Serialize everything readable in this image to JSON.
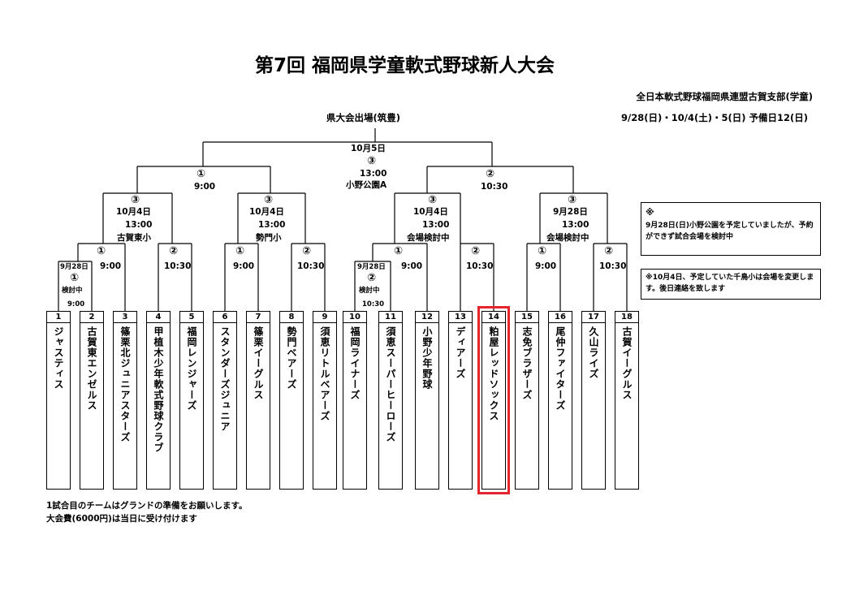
{
  "title": "第7回 福岡県学童軟式野球新人大会",
  "organizer": "全日本軟式野球福岡県連盟古賀支部(学童)",
  "dates": "9/28(日)・10/4(土)・5(日)  予備日12(日)",
  "qualify": "県大会出場(筑豊)",
  "final": {
    "date": "10月5日",
    "circle": "③",
    "time": "13:00",
    "venue": "小野公園A"
  },
  "semis": [
    {
      "circle": "①",
      "time": "9:00"
    },
    {
      "circle": "②",
      "time": "10:30"
    }
  ],
  "quarters": [
    {
      "circle": "③",
      "date": "10月4日",
      "time": "13:00",
      "venue": "古賀東小"
    },
    {
      "circle": "③",
      "date": "10月4日",
      "time": "13:00",
      "venue": "勢門小"
    },
    {
      "circle": "③",
      "date": "10月4日",
      "time": "13:00",
      "venue": "会場検討中"
    },
    {
      "circle": "③",
      "date": "9月28日",
      "time": "13:00",
      "venue": "会場検討中"
    }
  ],
  "round2": [
    {
      "circle": "①",
      "time": "9:00"
    },
    {
      "circle": "②",
      "time": "10:30"
    },
    {
      "circle": "①",
      "time": "9:00"
    },
    {
      "circle": "②",
      "time": "10:30"
    },
    {
      "circle": "①",
      "time": "9:00"
    },
    {
      "circle": "②",
      "time": "10:30"
    },
    {
      "circle": "①",
      "time": "9:00"
    },
    {
      "circle": "②",
      "time": "10:30"
    }
  ],
  "round1": [
    {
      "date": "9月28日",
      "circle": "①",
      "venue": "検討中",
      "time": "9:00"
    },
    {
      "date": "9月28日",
      "circle": "②",
      "venue": "検討中",
      "time": "10:30"
    }
  ],
  "teams": [
    {
      "num": "1",
      "name": "ジャスティス"
    },
    {
      "num": "2",
      "name": "古賀東エンゼルス"
    },
    {
      "num": "3",
      "name": "篠栗北ジュニアスターズ"
    },
    {
      "num": "4",
      "name": "甲植木少年軟式野球クラブ"
    },
    {
      "num": "5",
      "name": "福岡レンジャーズ"
    },
    {
      "num": "6",
      "name": "スタンダーズジュニア"
    },
    {
      "num": "7",
      "name": "篠栗イーグルス"
    },
    {
      "num": "8",
      "name": "勢門ベアーズ"
    },
    {
      "num": "9",
      "name": "須恵リトルベアーズ"
    },
    {
      "num": "10",
      "name": "福岡ライナーズ"
    },
    {
      "num": "11",
      "name": "須恵スーパーヒーローズ"
    },
    {
      "num": "12",
      "name": "小野少年野球"
    },
    {
      "num": "13",
      "name": "ディアーズ"
    },
    {
      "num": "14",
      "name": "粕屋レッドソックス"
    },
    {
      "num": "15",
      "name": "志免ブラザーズ"
    },
    {
      "num": "16",
      "name": "尾仲ファイターズ"
    },
    {
      "num": "17",
      "name": "久山ライズ"
    },
    {
      "num": "18",
      "name": "古賀イーグルス"
    }
  ],
  "notes": {
    "mark": "※",
    "note1": "9月28日(日)小野公園を予定していましたが、予約ができず試合会場を検討中",
    "note2": "※10月4日、予定していた千鳥小は会場を変更します。後日連絡を致します"
  },
  "footer": [
    "1試合目のチームはグランドの準備をお願いします。",
    "大会費(6000円)は当日に受け付けます"
  ],
  "highlight_color": "#e5232b"
}
